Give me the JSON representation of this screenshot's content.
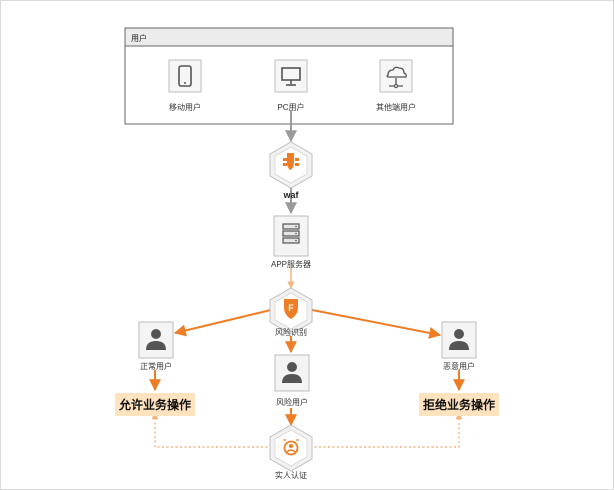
{
  "group": {
    "title": "用户"
  },
  "devices": {
    "mobile": {
      "label": "移动用户",
      "icon": "mobile-phone-icon"
    },
    "pc": {
      "label": "PC用户",
      "icon": "monitor-icon"
    },
    "other": {
      "label": "其他端用户",
      "icon": "cloud-device-icon"
    }
  },
  "nodes": {
    "waf": {
      "label": "waf",
      "icon": "waf-shield-icon"
    },
    "app_server": {
      "label": "APP服务器",
      "icon": "server-rack-icon"
    },
    "risk_identify": {
      "label": "风险识别",
      "icon": "risk-shield-icon"
    },
    "normal_user": {
      "label": "正常用户",
      "icon": "user-icon"
    },
    "risk_user": {
      "label": "风险用户",
      "icon": "user-icon"
    },
    "malicious_user": {
      "label": "恶意用户",
      "icon": "user-icon"
    },
    "real_name_auth": {
      "label": "实人认证",
      "icon": "face-auth-icon"
    }
  },
  "outcomes": {
    "allow": "允许业务操作",
    "deny": "拒绝业务操作"
  },
  "colors": {
    "orange": "#ef7d25",
    "gray_arrow": "#9a9a9a",
    "group_header": "#ececec",
    "badge_bg": "#ffe3bf",
    "dotted": "#f3b57e"
  }
}
